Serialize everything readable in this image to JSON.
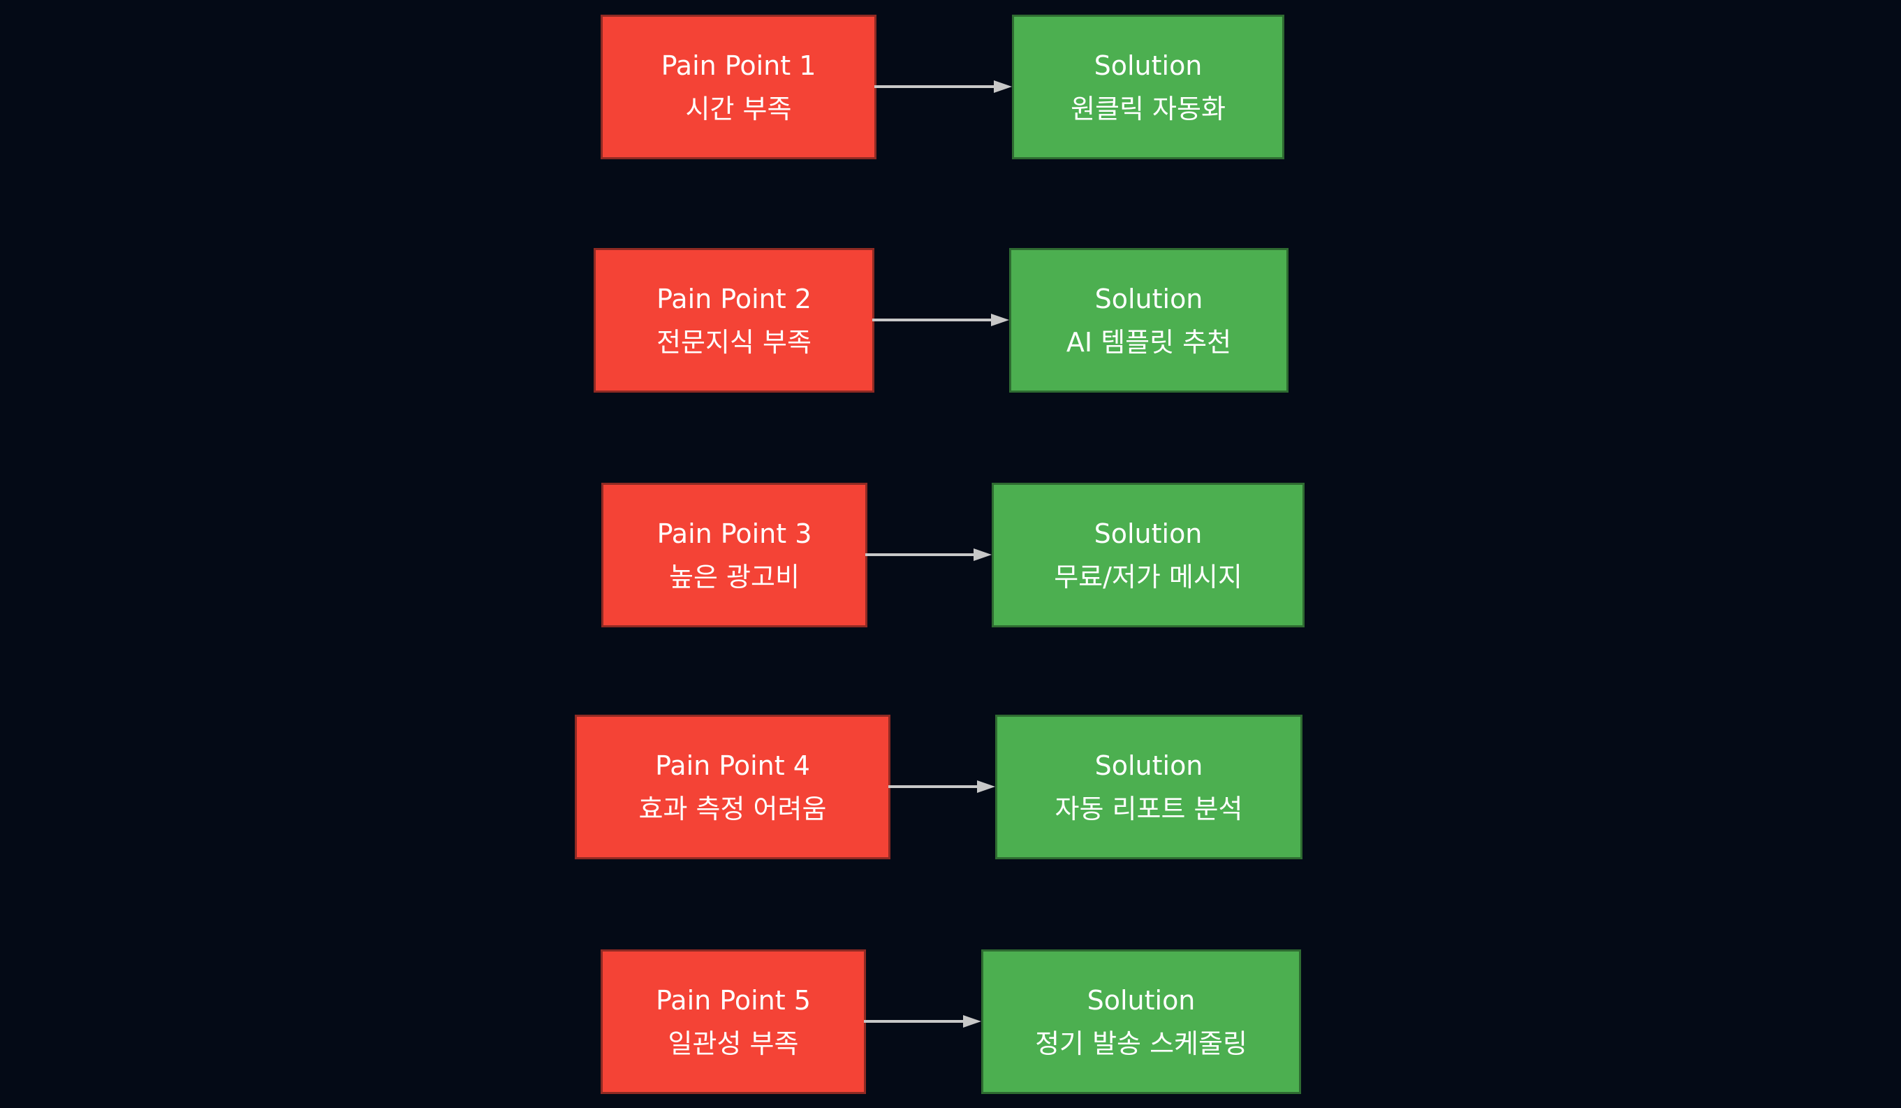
{
  "diagram": {
    "rows": [
      {
        "pain_point": {
          "title": "Pain Point 1",
          "description": "시간 부족"
        },
        "solution": {
          "title": "Solution",
          "description": "원클릭 자동화"
        }
      },
      {
        "pain_point": {
          "title": "Pain Point 2",
          "description": "전문지식 부족"
        },
        "solution": {
          "title": "Solution",
          "description": "AI 템플릿 추천"
        }
      },
      {
        "pain_point": {
          "title": "Pain Point 3",
          "description": "높은 광고비"
        },
        "solution": {
          "title": "Solution",
          "description": "무료/저가 메시지"
        }
      },
      {
        "pain_point": {
          "title": "Pain Point 4",
          "description": "효과 측정 어려움"
        },
        "solution": {
          "title": "Solution",
          "description": "자동 리포트 분석"
        }
      },
      {
        "pain_point": {
          "title": "Pain Point 5",
          "description": "일관성 부족"
        },
        "solution": {
          "title": "Solution",
          "description": "정기 발송 스케줄링"
        }
      }
    ]
  },
  "colors": {
    "background": "#040a16",
    "pain_fill": "#f44336",
    "pain_border": "#8f2a23",
    "solution_fill": "#4caf50",
    "solution_border": "#2e6b31",
    "arrow": "#c8c8c8",
    "text": "#ffffff"
  }
}
